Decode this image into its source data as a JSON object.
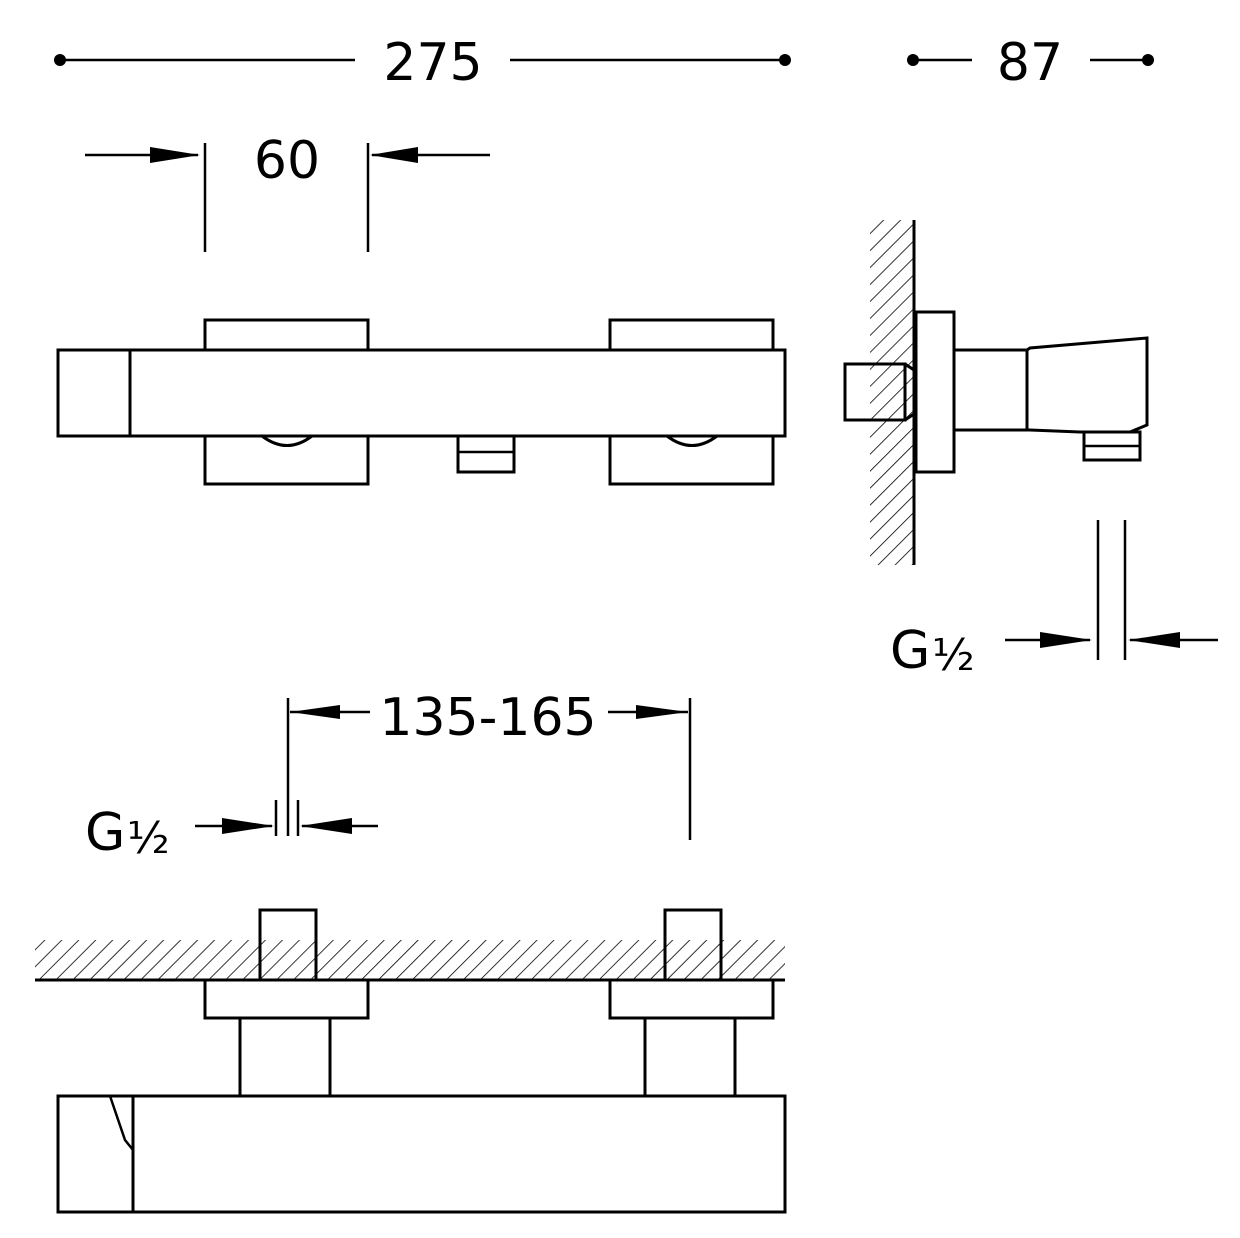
{
  "dimensions": {
    "overall_width": "275",
    "depth": "87",
    "handle_width": "60",
    "center_distance": "135-165",
    "thread_front": "G",
    "thread_front_fraction": "½",
    "thread_side": "G",
    "thread_side_fraction": "½"
  },
  "colors": {
    "line": "#000000",
    "background": "#ffffff"
  }
}
